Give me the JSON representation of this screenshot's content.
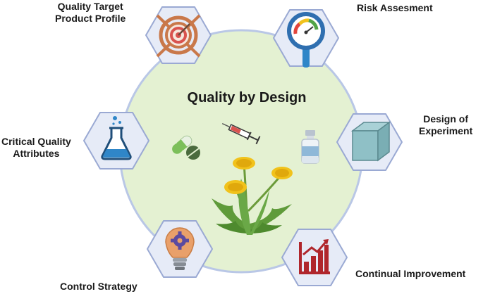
{
  "title": "Quality by Design",
  "nodes": [
    {
      "id": "qtpp",
      "label_lines": [
        "Quality Target",
        "Product Profile"
      ],
      "icon": "target-icon"
    },
    {
      "id": "risk",
      "label_lines": [
        "Risk Assesment"
      ],
      "icon": "gauge-magnifier-icon"
    },
    {
      "id": "doe",
      "label_lines": [
        "Design of",
        "Experiment"
      ],
      "icon": "cube-icon"
    },
    {
      "id": "ci",
      "label_lines": [
        "Continual Improvement"
      ],
      "icon": "bar-chart-growth-icon"
    },
    {
      "id": "cs",
      "label_lines": [
        "Control Strategy"
      ],
      "icon": "lightbulb-gear-icon"
    },
    {
      "id": "cqa",
      "label_lines": [
        "Critical Quality",
        "Attributes"
      ],
      "icon": "flask-icon"
    }
  ],
  "colors": {
    "circle_fill": "#e4f1d2",
    "circle_stroke": "#b9c7e6",
    "hex_fill": "#e6ebf7",
    "hex_stroke": "#9aa9d3",
    "target": "#c9784a",
    "flask_liquid": "#2f86c8",
    "bulb": "#e9a06a",
    "chart_red": "#b0262c",
    "cube": "#8fc0c6",
    "leaf": "#5f9b3a",
    "flower": "#f1c21b"
  }
}
